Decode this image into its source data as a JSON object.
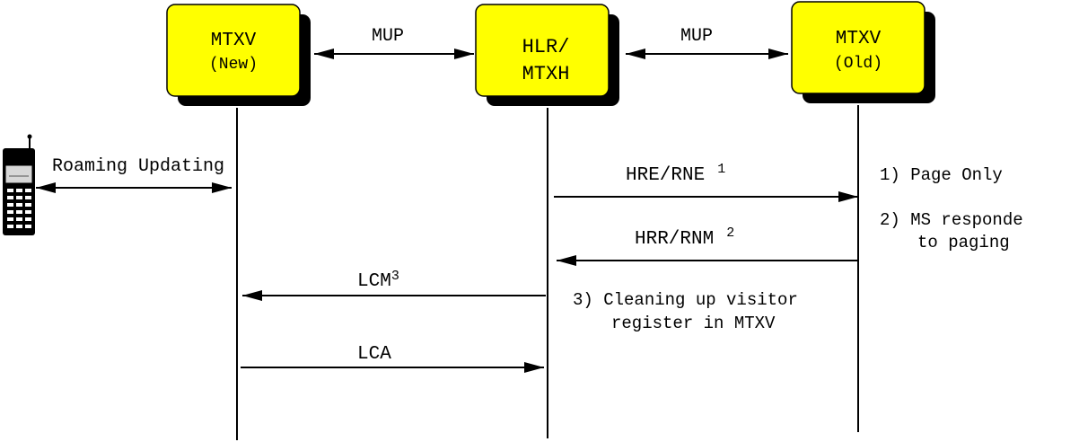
{
  "nodes": {
    "mtxv_new": {
      "line1": "MTXV",
      "line2": "(New)"
    },
    "hlr": {
      "line1": "HLR/",
      "line2": "MTXH"
    },
    "mtxv_old": {
      "line1": "MTXV",
      "line2": "(Old)"
    }
  },
  "links": {
    "left": "MUP",
    "right": "MUP"
  },
  "messages": {
    "roaming": "Roaming Updating",
    "hre": "HRE/RNE",
    "hre_sup": "1",
    "hrr": "HRR/RNM",
    "hrr_sup": "2",
    "lcm": "LCM",
    "lcm_sup": "3",
    "lca": "LCA"
  },
  "notes": {
    "n1": "1) Page Only",
    "n2a": "2) MS responde",
    "n2b": "to paging",
    "n3a": "3) Cleaning up visitor",
    "n3b": "register in MTXV"
  },
  "colors": {
    "box_fill": "#ffff00",
    "box_shadow": "#000000",
    "line": "#000000"
  }
}
